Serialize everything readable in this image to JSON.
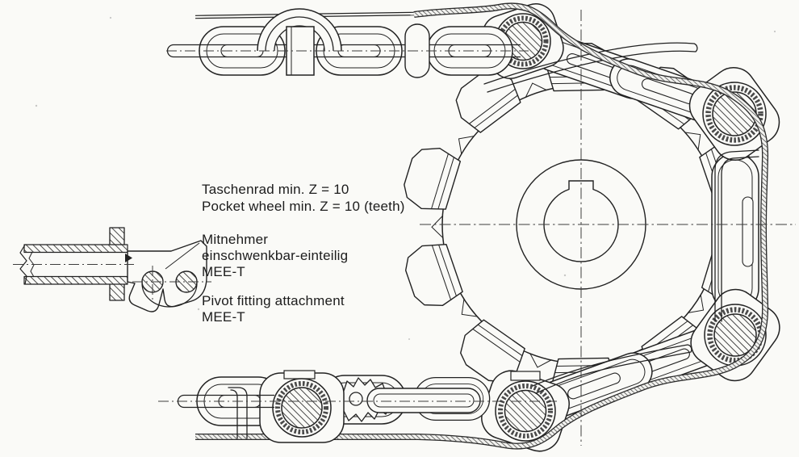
{
  "figure": {
    "kind": "technical-drawing",
    "colors": {
      "background": "#fafaf7",
      "line": "#222222",
      "centerline": "#3d3d3d",
      "hatch": "#2a2a2a"
    },
    "labels": {
      "wheel_line1": "Taschenrad min. Z = 10",
      "wheel_line2": "Pocket wheel min. Z = 10 (teeth)",
      "fitting_de_1": "Mitnehmer",
      "fitting_de_2": "einschwenkbar-einteilig",
      "fitting_de_3": "MEE-T",
      "fitting_en_1": "Pivot fitting attachment",
      "fitting_en_2": "MEE-T"
    },
    "components": [
      "pocket-wheel",
      "hub-with-keyway",
      "round-link-chain-top",
      "round-link-chain-bottom",
      "chain-wrap-arc",
      "guide-rail",
      "pivot-fitting-detail",
      "tube-cross-section"
    ]
  }
}
